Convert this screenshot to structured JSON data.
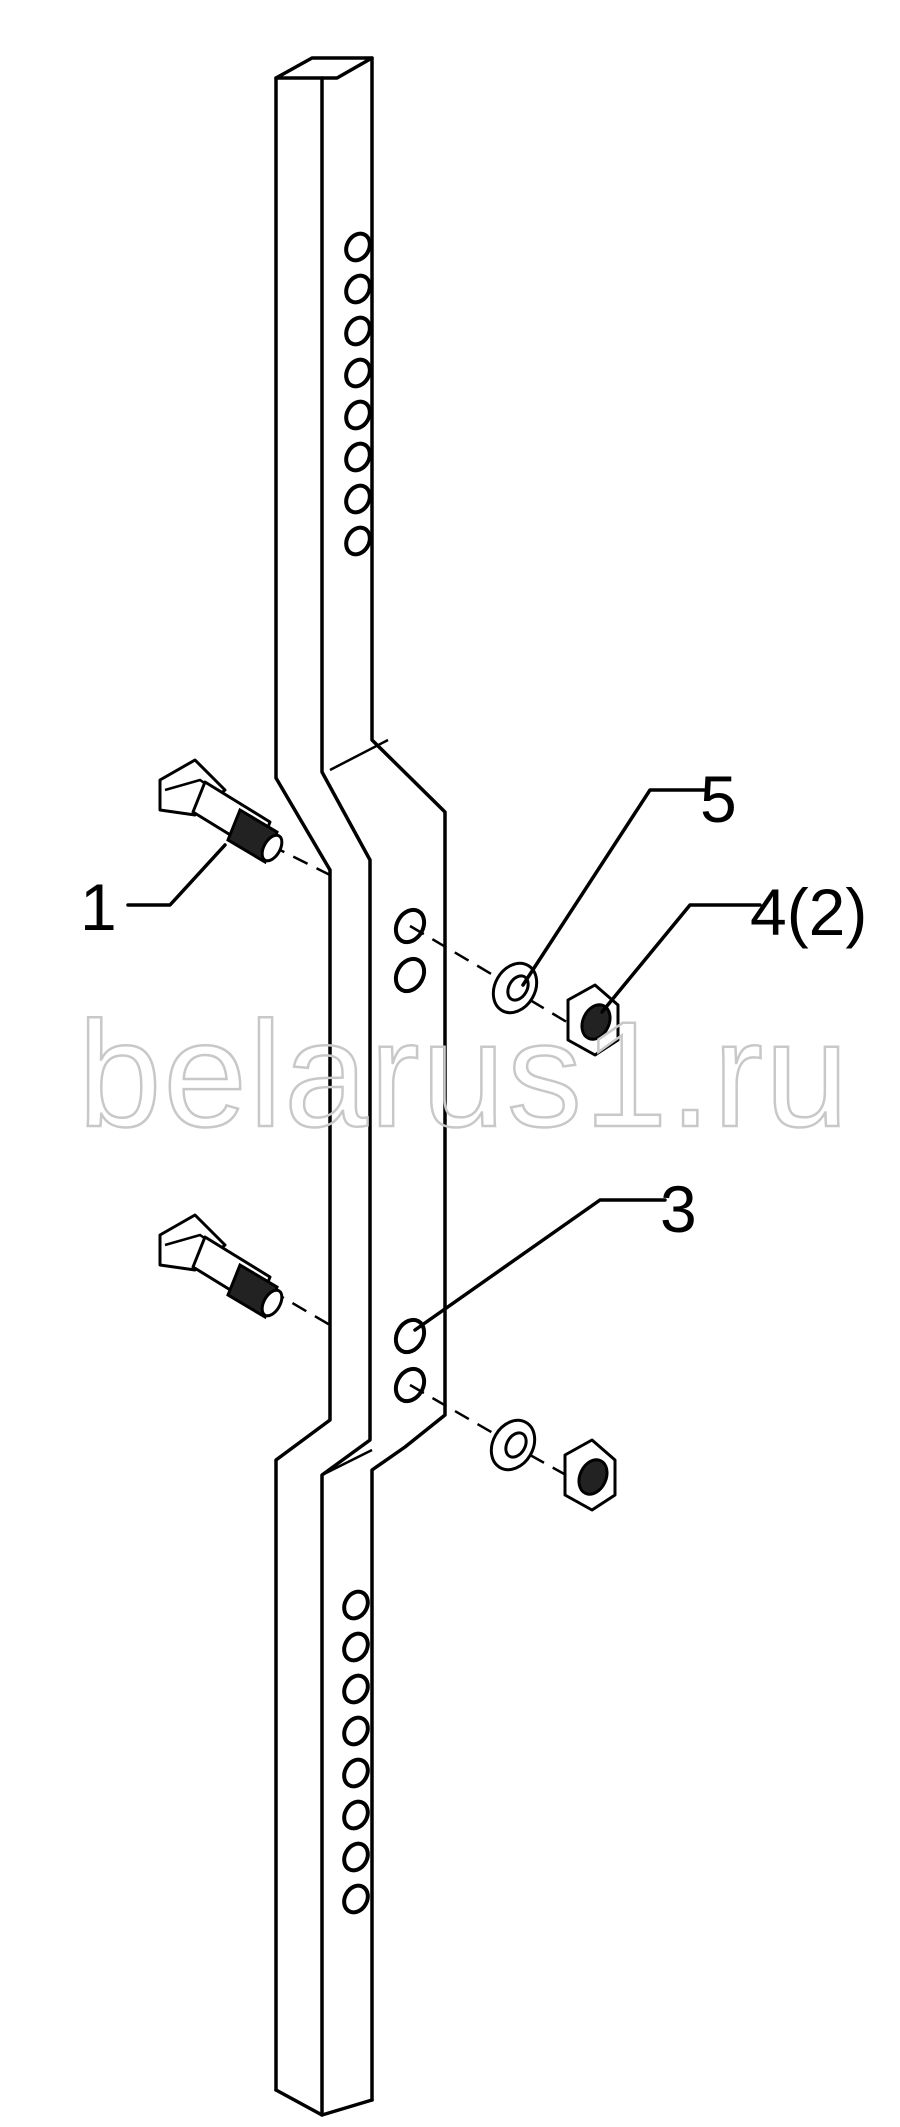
{
  "watermark": "belarus1.ru",
  "callouts": {
    "c1": "1",
    "c3": "3",
    "c4": "4(2)",
    "c5": "5"
  }
}
